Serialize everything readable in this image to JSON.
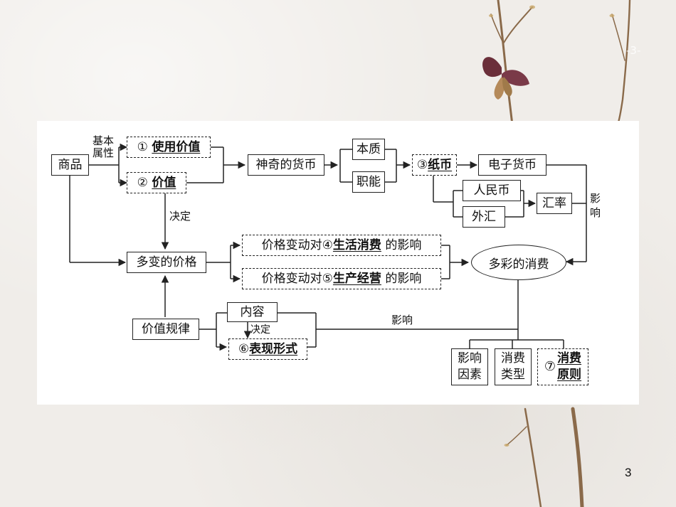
{
  "slide_tag": "-3-",
  "page_number": "3",
  "diagram": {
    "shangpin": "商品",
    "jiben_shuxing": [
      "基本",
      "属性"
    ],
    "use_value": {
      "num": "①",
      "text": "使用价值"
    },
    "value": {
      "num": "②",
      "text": "价值"
    },
    "shenqi_huobi": "神奇的货币",
    "benzhi": "本质",
    "zhineng": "职能",
    "paper_money": {
      "num": "③",
      "text": "纸币"
    },
    "dianzi_huobi": "电子货币",
    "renminbi": "人民币",
    "waihui": "外汇",
    "huilv": "汇率",
    "yingxiang_side": [
      "影",
      "响"
    ],
    "jueding": "决定",
    "duobian_jiage": "多变的价格",
    "price_life": {
      "pre": "价格变动对",
      "num": "④",
      "text": "生活消费",
      "post": "的影响"
    },
    "price_prod": {
      "pre": "价格变动对",
      "num": "⑤",
      "text": "生产经营",
      "post": "的影响"
    },
    "duocai_xiaofei": "多彩的消费",
    "jiazhi_guilv": "价值规律",
    "neirong": "内容",
    "jueding2": "决定",
    "form": {
      "num": "⑥",
      "text": "表现形式"
    },
    "yingxiang": "影响",
    "factors": [
      "影响",
      "因素"
    ],
    "types": [
      "消费",
      "类型"
    ],
    "principles": {
      "num": "⑦",
      "line1": "消费",
      "line2": "原则"
    }
  }
}
